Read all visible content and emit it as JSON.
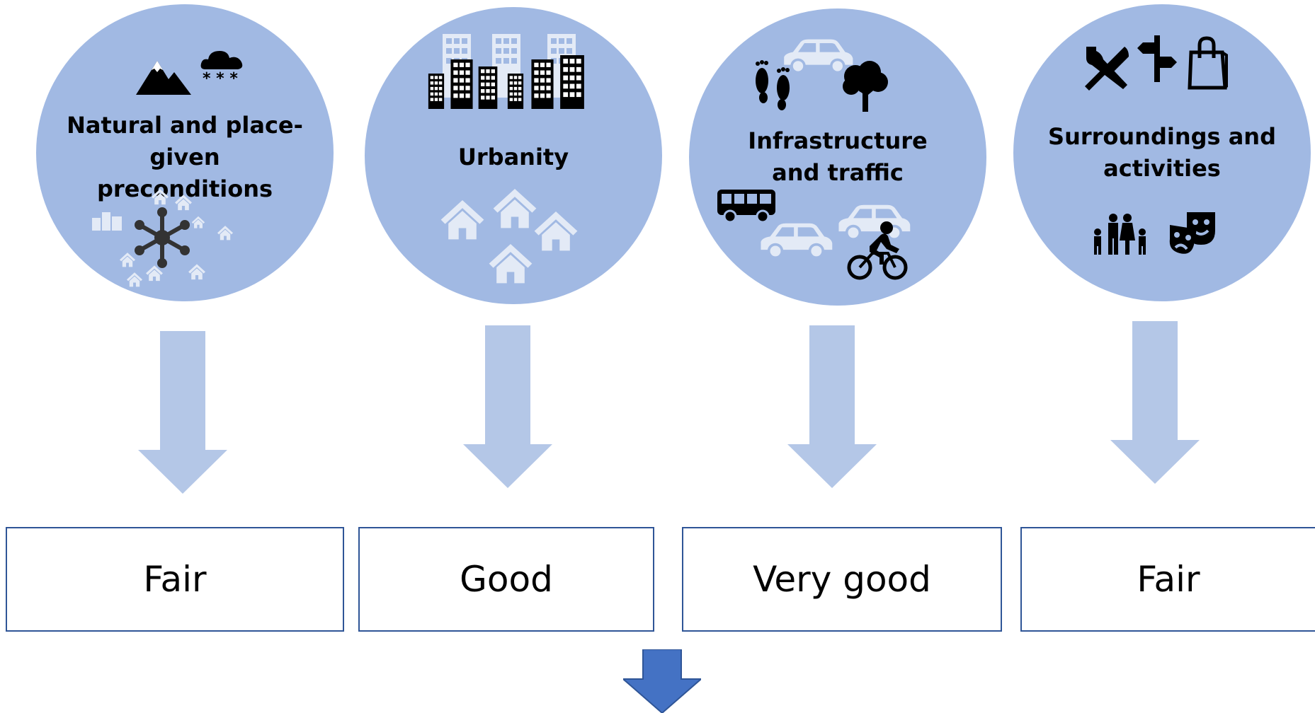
{
  "colors": {
    "circle_fill": "#a1b9e3",
    "arrow_fill": "#b4c7e7",
    "box_border": "#2f5597",
    "final_arrow_fill": "#4472c4",
    "light_icon": "#e3eaf6",
    "dark_icon": "#000000"
  },
  "categories": [
    {
      "title_line1": "Natural and place-given",
      "title_line2": "preconditions",
      "rating": "Fair",
      "icons": [
        "mountain-icon",
        "snow-cloud-icon",
        "network-hub-icon",
        "house-icon",
        "city-icon"
      ]
    },
    {
      "title_line1": "Urbanity",
      "title_line2": "",
      "rating": "Good",
      "icons": [
        "city-buildings-icon",
        "house-icon"
      ]
    },
    {
      "title_line1": "Infrastructure",
      "title_line2": "and traffic",
      "rating": "Very good",
      "icons": [
        "footprints-icon",
        "car-icon",
        "tree-icon",
        "bus-icon",
        "cyclist-icon"
      ]
    },
    {
      "title_line1": "Surroundings and",
      "title_line2": "activities",
      "rating": "Fair",
      "icons": [
        "restaurant-icon",
        "signpost-icon",
        "shopping-bag-icon",
        "family-icon",
        "theater-masks-icon"
      ]
    }
  ]
}
